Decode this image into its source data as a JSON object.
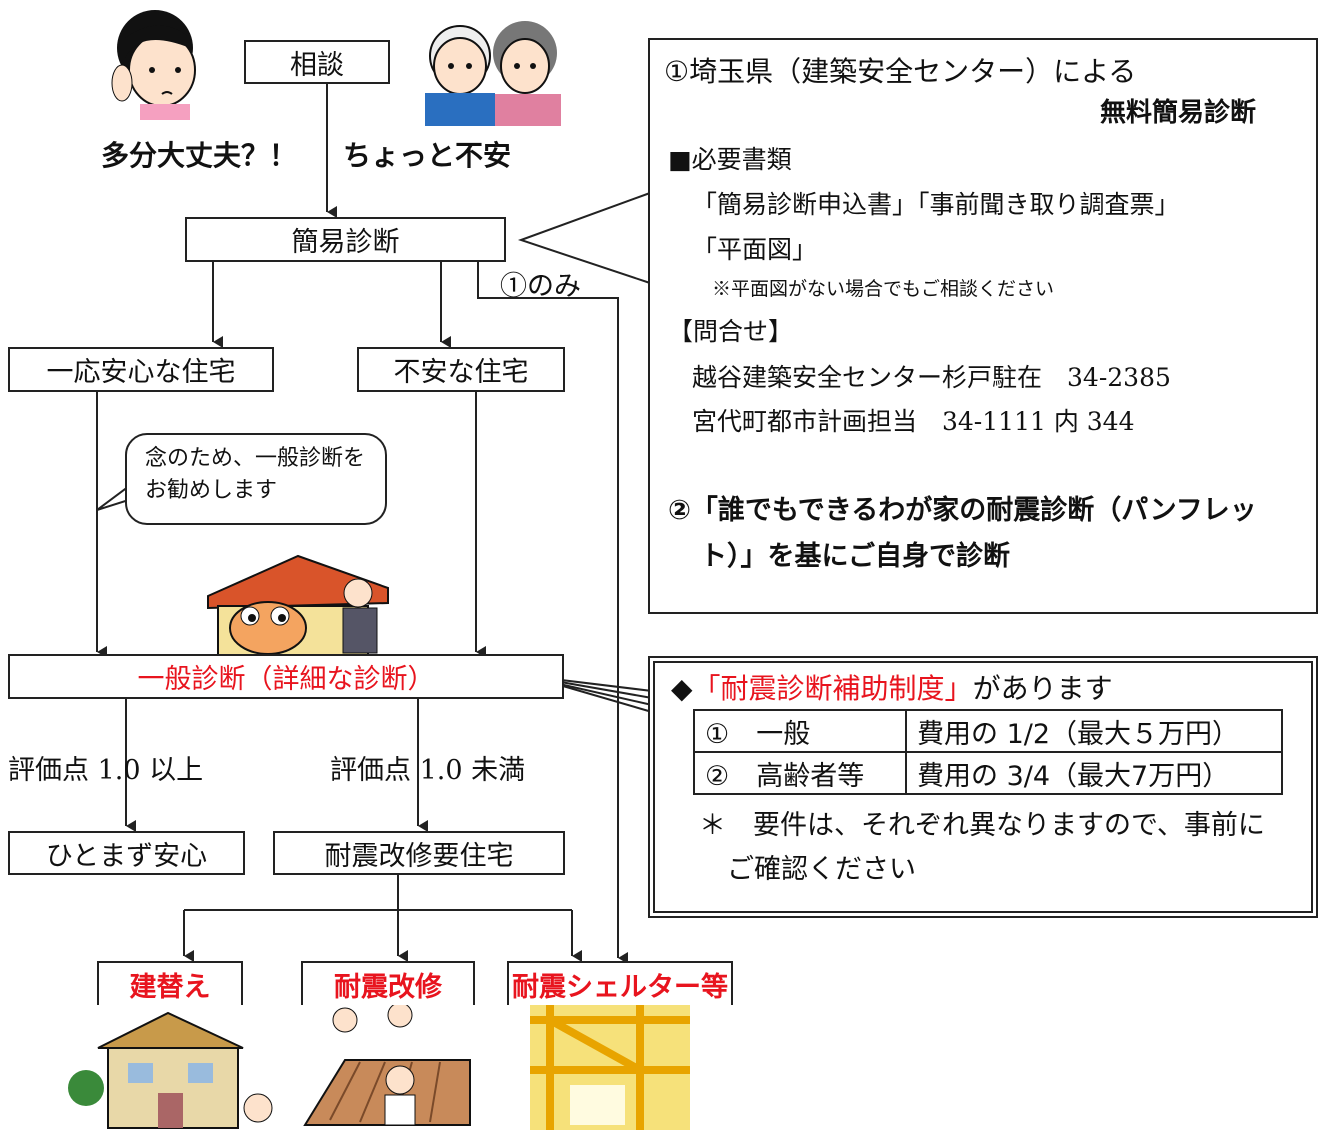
{
  "flow": {
    "consult": "相談",
    "maybe_ok": "多分大丈夫？！",
    "bit_worried": "ちょっと不安",
    "simple_diag": "簡易診断",
    "only1": "①のみ",
    "safe_house": "一応安心な住宅",
    "unsafe_house": "不安な住宅",
    "bubble": "念のため、一般診断をお勧めします",
    "general_diag": "一般診断（詳細な診断）",
    "score_high": "評価点 1.0 以上",
    "score_low": "評価点 1.0 未満",
    "relief": "ひとまず安心",
    "needs_retrofit": "耐震改修要住宅",
    "rebuild": "建替え",
    "retrofit": "耐震改修",
    "shelter": "耐震シェルター等"
  },
  "info": {
    "title1": "①埼玉県（建築安全センター）による",
    "title1b": "無料簡易診断",
    "docs_head": "■必要書類",
    "docs1": "「簡易診断申込書」「事前聞き取り調査票」",
    "docs2": "「平面図」",
    "docs_note": "※平面図がない場合でもご相談ください",
    "contact_head": "【問合せ】",
    "contact1": "越谷建築安全センター杉戸駐在　34-2385",
    "contact2": "宮代町都市計画担当　34-1111 内 344",
    "title2a": "②「誰でもできるわが家の耐震診断（パンフレッ",
    "title2b": "ト）」を基にご自身で診断"
  },
  "subsidy": {
    "prefix": "◆",
    "name": "「耐震診断補助制度」",
    "suffix": "があります",
    "rows": [
      {
        "num": "①",
        "label": "一般",
        "cost": "費用の 1/2（最大５万円）"
      },
      {
        "num": "②",
        "label": "高齢者等",
        "cost": "費用の 3/4（最大7万円）"
      }
    ],
    "note1": "＊　要件は、それぞれ異なりますので、事前に",
    "note2": "ご確認ください"
  },
  "colors": {
    "accent_red": "#e8141e",
    "line": "#222222"
  }
}
